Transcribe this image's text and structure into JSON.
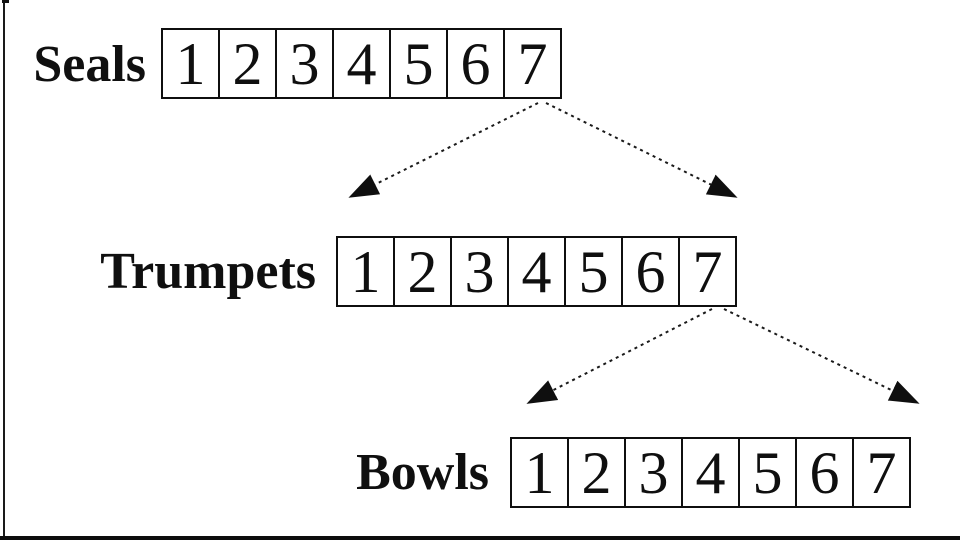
{
  "diagram": {
    "rows": [
      {
        "label": "Seals",
        "cells": [
          "1",
          "2",
          "3",
          "4",
          "5",
          "6",
          "7"
        ]
      },
      {
        "label": "Trumpets",
        "cells": [
          "1",
          "2",
          "3",
          "4",
          "5",
          "6",
          "7"
        ]
      },
      {
        "label": "Bowls",
        "cells": [
          "1",
          "2",
          "3",
          "4",
          "5",
          "6",
          "7"
        ]
      }
    ],
    "colors": {
      "line": "#0f0f0f",
      "background": "#ffffff"
    }
  }
}
